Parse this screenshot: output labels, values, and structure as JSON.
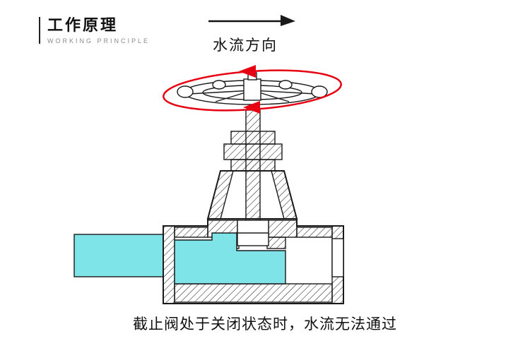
{
  "header": {
    "title": "工作原理",
    "subtitle": "WORKING PRINCIPLE"
  },
  "flow": {
    "label": "水流方向"
  },
  "caption": {
    "text": "截止阀处于关闭状态时，水流无法通过"
  },
  "colors": {
    "water": "#7FE4E8",
    "annotation": "#E60012",
    "line": "#1A1A1A"
  },
  "icons": {
    "flow_arrow": "right-arrow",
    "rotation_annotation": "counter-clockwise-rotation-ellipse"
  }
}
